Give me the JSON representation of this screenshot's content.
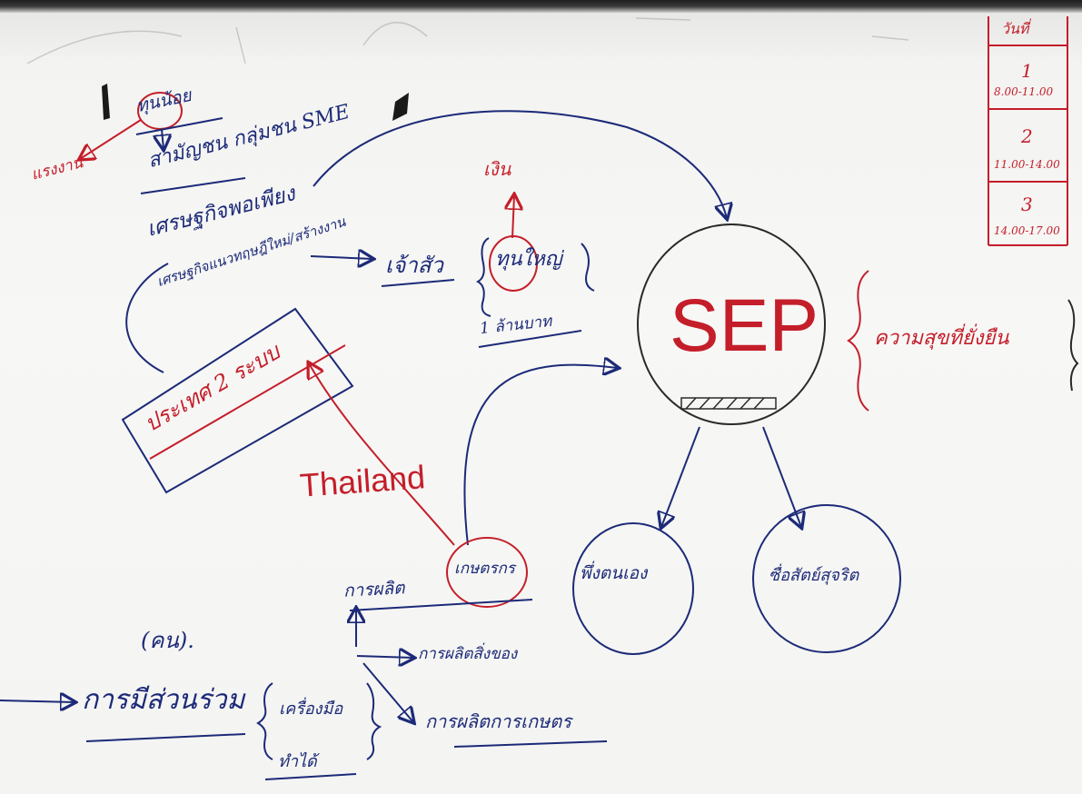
{
  "board": {
    "top_left": {
      "circled_word": "ทุนน้อย",
      "red_side_note": "แรงงาน",
      "line1": "สามัญชน กลุ่มชน SME",
      "line2": "เศรษฐกิจพอเพียง",
      "line3": "เศรษฐกิจแนวทฤษฎีใหม่/สร้างงาน",
      "arrow_target": "เจ้าสัว",
      "brace_text": "ทุนใหญ่",
      "money_label": "เงิน",
      "amount": "1 ล้านบาท"
    },
    "country_box": "ประเทศ 2 ระบบ",
    "thailand": "Thailand",
    "sep": {
      "title": "SEP",
      "brace_text": "ความสุขที่ยั่งยืน",
      "child_left": "พึ่งตนเอง",
      "child_right": "ซื่อสัตย์สุจริต"
    },
    "bottom": {
      "production_main": "การผลิต",
      "production_circled": "เกษตรกร",
      "production_sub1": "การผลิตสิ่งของ",
      "production_sub2": "การผลิตการเกษตร",
      "people_label": "(คน).",
      "participation": "การมีส่วนร่วม",
      "tools_brace": "เครื่องมือ",
      "tools_sub": "ทำได้"
    },
    "schedule": {
      "header": "วันที่",
      "rows": [
        {
          "num": "1",
          "time": "8.00-11.00"
        },
        {
          "num": "2",
          "time": "11.00-14.00"
        },
        {
          "num": "3",
          "time": "14.00-17.00"
        }
      ]
    }
  },
  "colors": {
    "blue_ink": "#1c2a78",
    "red_ink": "#c41e2a",
    "board": "#f4f4f2"
  }
}
